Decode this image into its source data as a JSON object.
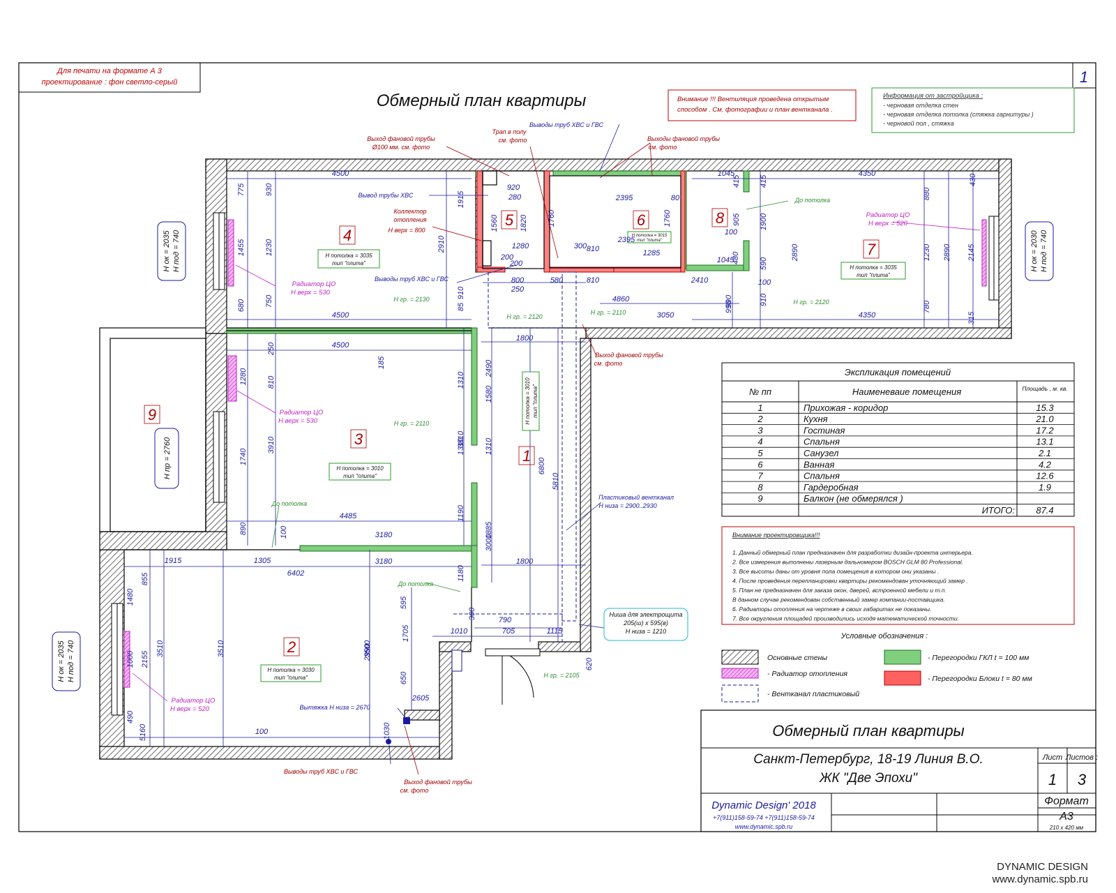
{
  "print_note": {
    "line1": "Для печати на формате А 3",
    "line2": "проектирование : фон светло-серый"
  },
  "sheet_number": "1",
  "main_title": "Обмерный план  квартиры",
  "warning_note": {
    "line1": "Внимание !!! Вентиляция проведена открытым",
    "line2": "способом . См. фотографии и план вентканала ."
  },
  "info_box": {
    "title": "Информация от застройщика :",
    "lines": [
      "- черновая отделка стен",
      "- черновая отделка потолка    (стяжка гарнитуры )",
      "- черновой пол , стяжка"
    ]
  },
  "annotations": [
    {
      "id": "ann-fan-pipe-top",
      "text": "Выход фановой трубы",
      "sub": "Ø100 мм. см. фото"
    },
    {
      "id": "ann-trap",
      "text": "Трап в полу",
      "sub": "см. фото"
    },
    {
      "id": "ann-pipes-hvs-gvs-top",
      "text": "Выводы труб ХВС и ГВС",
      "sub": ""
    },
    {
      "id": "ann-fan-pipes",
      "text": "Выходы фановой трубы",
      "sub": "см. фото"
    },
    {
      "id": "ann-hvs",
      "text": "Вывод трубы ХВС",
      "sub": ""
    },
    {
      "id": "ann-collector",
      "text": "Коллектор",
      "sub": "отопления"
    },
    {
      "id": "ann-collector-h",
      "text": "Н верх = 800",
      "sub": ""
    },
    {
      "id": "ann-pipes-hvs-gvs-mid",
      "text": "Выводы труб ХВС и ГВС",
      "sub": ""
    },
    {
      "id": "ann-to-ceiling-8",
      "text": "До потолка",
      "sub": ""
    },
    {
      "id": "ann-fan-pipe-mid",
      "text": "Выход фановой трубы",
      "sub": "см. фото"
    },
    {
      "id": "ann-vent",
      "text": "Пластиковый вентканал",
      "sub": "Н низа = 2900..2930"
    },
    {
      "id": "ann-niche",
      "text": "Ниша для электрощита",
      "sub": "205(ш) х 595(в)"
    },
    {
      "id": "ann-niche-h",
      "text": "Н низа = 1210",
      "sub": ""
    },
    {
      "id": "ann-exhaust",
      "text": "Вытяжка Н низа = 2670",
      "sub": ""
    },
    {
      "id": "ann-pipes-bottom",
      "text": "Выводы труб ХВС и ГВС",
      "sub": ""
    },
    {
      "id": "ann-fan-bottom",
      "text": "Выход фановой трубы",
      "sub": "см. фото"
    }
  ],
  "rooms": [
    {
      "num": "1",
      "label": "Н потолка = 3010",
      "sub": "тип \"плита\""
    },
    {
      "num": "2",
      "label": "Н потолка = 3030",
      "sub": "тип \"плита\""
    },
    {
      "num": "3",
      "label": "Н потолка = 3010",
      "sub": "тип \"плита\""
    },
    {
      "num": "4",
      "label": "Н потолка = 3035",
      "sub": "тип \"плита\""
    },
    {
      "num": "5",
      "label": "",
      "sub": ""
    },
    {
      "num": "6",
      "label": "Н потолка = 3015",
      "sub": "тип \"плита\""
    },
    {
      "num": "7",
      "label": "Н потолка = 3035",
      "sub": "тип \"плита\""
    },
    {
      "num": "8",
      "label": "",
      "sub": ""
    },
    {
      "num": "9",
      "label": "",
      "sub": ""
    }
  ],
  "radiators": [
    {
      "text": "Радиатор ЦО",
      "sub": "Н верх = 530"
    },
    {
      "text": "Радиатор ЦО",
      "sub": "Н верх = 530"
    },
    {
      "text": "Радиатор ЦО",
      "sub": "Н верх = 520"
    },
    {
      "text": "Радиатор ЦО",
      "sub": "Н верх = 520"
    }
  ],
  "door_heights": [
    "Н гр. = 2130",
    "Н гр. = 2120",
    "Н гр. = 2110",
    "Н гр. = 2120",
    "Н гр. = 2110",
    "Н гр. = 2105"
  ],
  "to_ceiling": [
    "До потолка",
    "До потолка"
  ],
  "window_tags": [
    {
      "l1": "Н ок = 2035",
      "l2": "Н под = 740"
    },
    {
      "l1": "Н ок = 2030",
      "l2": "Н под = 740"
    },
    {
      "l1": "Н ок = 2035",
      "l2": "Н под = 740"
    }
  ],
  "balcony_tag": "Н пр = 2760",
  "dimensions": [
    "4500",
    "4500",
    "4500",
    "4350",
    "4350",
    "775",
    "930",
    "1455",
    "1230",
    "680",
    "750",
    "2910",
    "1915",
    "85",
    "910",
    "920",
    "280",
    "1560",
    "1820",
    "1280",
    "200",
    "200",
    "250",
    "800",
    "580",
    "810",
    "4860",
    "2410",
    "1045",
    "1045",
    "2395",
    "2395",
    "80",
    "1760",
    "1760",
    "810",
    "1285",
    "300",
    "3050",
    "990",
    "990",
    "415",
    "415",
    "905",
    "1900",
    "590",
    "100",
    "100",
    "480",
    "2890",
    "2890",
    "2145",
    "910",
    "1230",
    "430",
    "880",
    "780",
    "315",
    "185",
    "250",
    "810",
    "1280",
    "3910",
    "1740",
    "1310",
    "1310",
    "3810",
    "1310",
    "1190",
    "1885",
    "3000",
    "1800",
    "1800",
    "2490",
    "1580",
    "6800",
    "5810",
    "4485",
    "3180",
    "3180",
    "890",
    "100",
    "1305",
    "6402",
    "1915",
    "855",
    "1480",
    "1000",
    "2155",
    "3510",
    "3510",
    "3500",
    "2990",
    "1705",
    "595",
    "1180",
    "650",
    "2605",
    "790",
    "1010",
    "705",
    "1115",
    "300",
    "620",
    "1030",
    "490",
    "5160",
    "100"
  ],
  "explication": {
    "title": "Экспликация помещений",
    "col_no": "№ пп",
    "col_name": "Наименеваие помещения",
    "col_area": "Площадь , м. кв.",
    "rows": [
      {
        "no": "1",
        "name": "Прихожая  - коридор",
        "area": "15.3"
      },
      {
        "no": "2",
        "name": "Кухня",
        "area": "21.0"
      },
      {
        "no": "3",
        "name": "Гостиная",
        "area": "17.2"
      },
      {
        "no": "4",
        "name": "Спальня",
        "area": "13.1"
      },
      {
        "no": "5",
        "name": "Санузел",
        "area": "2.1"
      },
      {
        "no": "6",
        "name": "Ванная",
        "area": "4.2"
      },
      {
        "no": "7",
        "name": "Спальня",
        "area": "12.6"
      },
      {
        "no": "8",
        "name": "Гардеробная",
        "area": "1.9"
      },
      {
        "no": "9",
        "name": "Балкон  (не обмерялся )",
        "area": ""
      }
    ],
    "total_label": "ИТОГО:",
    "total": "87.4"
  },
  "notes": {
    "title": "Внимание проектировщика!!!",
    "lines": [
      "1. Данный обмерный план предназначен для разработки дизайн-проекта интерьера.",
      "2. Все измерения выполнены лазерным дальномером  BOSCH GLM 80 Professional.",
      "3. Все высоты даны от уровня пола помещения в котором они указаны .",
      "4. После проведения перепланировки квартиры рекомендован уточняющий замер .",
      "5. План не предназначен для заказа окон, дверей, встроенной мебели и т.п.",
      "В данном случае рекомендован собственный замер компании-поставщика.",
      "6. Радиаторы отопления на чертеже в своих габаритах не показаны.",
      "7. Все округления площадей производились исходя математической точности."
    ]
  },
  "legend": {
    "title": "Условные обозначения  :",
    "items": [
      "Основные стены",
      "- Радиатор отопления",
      "- Вентканал пластиковый",
      "- Перегородки ГКЛ  t = 100 мм",
      "- Перегородки Блоки  t = 80 мм"
    ]
  },
  "title_block": {
    "title": "Обмерный план  квартиры",
    "address1": "Санкт-Петербург,  18-19  Линия В.О.",
    "address2": "ЖК \"Две Эпохи\"",
    "sheet_label": "Лист",
    "sheets_label": "Листов :",
    "sheet": "1",
    "sheets": "3",
    "company": "Dynamic Design' 2018",
    "phones": "+7(911)158-59-74    +7(911)158-59-74",
    "site": "www.dynamic.spb.ru",
    "format_label": "Формат",
    "format": "А3",
    "format_size": "210 х 420 мм"
  },
  "watermark": {
    "line1": "DYNAMIC DESIGN",
    "line2": "www.dynamic.spb.ru"
  },
  "colors": {
    "wall": "#000000",
    "gkl": "#4caf50",
    "block": "#d32f2f",
    "radiator": "#e040fb",
    "dim_blue": "#1a1aa0",
    "annotation_red": "#a00000",
    "green_text": "#2e8b2e"
  }
}
